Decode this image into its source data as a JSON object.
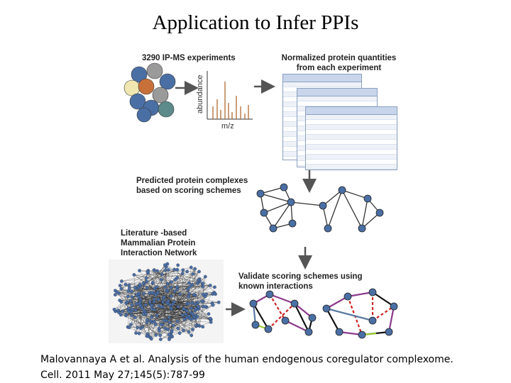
{
  "title": "Application  to Infer PPIs",
  "labels": {
    "ipms": "3290 IP-MS experiments",
    "quant_line1": "Normalized protein quantities",
    "quant_line2": "from each experiment",
    "abundance": "abundance",
    "mz": "m/z",
    "predicted_line1": "Predicted protein complexes",
    "predicted_line2": "based on scoring schemes",
    "lit_line1": "Literature -based",
    "lit_line2": "Mammalian Protein",
    "lit_line3": "Interaction Network",
    "validate_line1": "Validate scoring schemes using",
    "validate_line2": "known interactions"
  },
  "citation": {
    "line1": "Malovannaya A et al. Analysis of the human endogenous coregulator complexome.",
    "line2": "Cell. 2011 May 27;145(5):787-99"
  },
  "colors": {
    "node_blue": "#4a6fa5",
    "node_gray": "#9a9a9a",
    "node_orange": "#c8703a",
    "node_cream": "#f0e6b0",
    "node_teal": "#5d8a8a",
    "spectrum": "#b06a30",
    "edge_purple": "#8b3a8b",
    "edge_red": "#cc2222",
    "edge_green": "#9acd32",
    "edge_black": "#111111",
    "edge_steel": "#5a7aa0"
  }
}
